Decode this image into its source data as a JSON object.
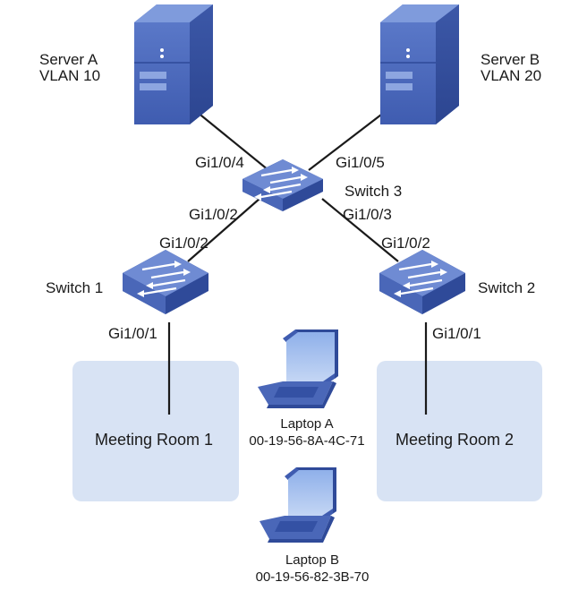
{
  "servers": [
    {
      "id": "server-a",
      "name": "Server A",
      "vlan": "VLAN 10"
    },
    {
      "id": "server-b",
      "name": "Server B",
      "vlan": "VLAN 20"
    }
  ],
  "switches": [
    {
      "id": "switch-3",
      "name": "Switch 3"
    },
    {
      "id": "switch-1",
      "name": "Switch 1"
    },
    {
      "id": "switch-2",
      "name": "Switch 2"
    }
  ],
  "ports": {
    "s3_to_server_a": "Gi1/0/4",
    "s3_to_server_b": "Gi1/0/5",
    "s3_to_switch1": "Gi1/0/2",
    "s3_to_switch2": "Gi1/0/3",
    "s1_uplink": "Gi1/0/2",
    "s2_uplink": "Gi1/0/2",
    "s1_downlink": "Gi1/0/1",
    "s2_downlink": "Gi1/0/1"
  },
  "rooms": [
    {
      "id": "meeting-room-1",
      "name": "Meeting Room 1"
    },
    {
      "id": "meeting-room-2",
      "name": "Meeting Room 2"
    }
  ],
  "laptops": [
    {
      "id": "laptop-a",
      "name": "Laptop A",
      "mac": "00-19-56-8A-4C-71"
    },
    {
      "id": "laptop-b",
      "name": "Laptop B",
      "mac": "00-19-56-82-3B-70"
    }
  ],
  "colors": {
    "device_blue": "#4a67b8",
    "device_dark": "#2f4a99",
    "device_light": "#6f8bd3",
    "room_fill": "#d8e3f4",
    "link": "#1a1a1a"
  }
}
